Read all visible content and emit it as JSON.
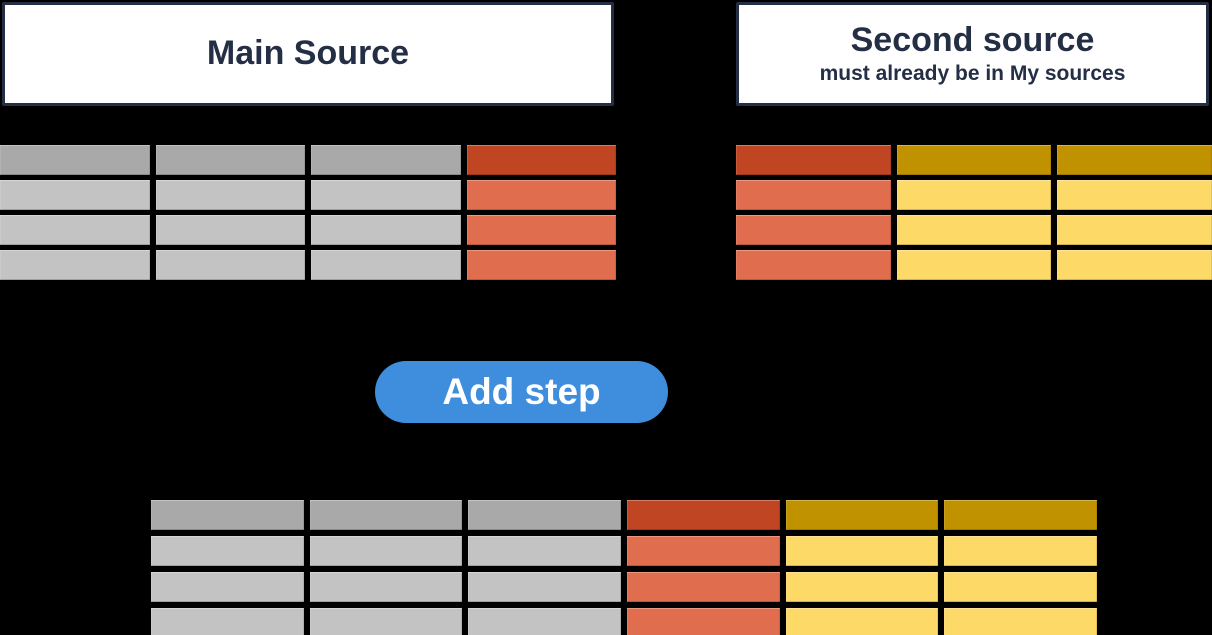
{
  "colors": {
    "background": "#000000",
    "navy": "#242e45",
    "box_bg": "#ffffff",
    "button_blue": "#3e8edd",
    "button_text": "#ffffff",
    "cell": {
      "gray_header": "#a9a9a9",
      "gray_row": "#c3c3c3",
      "red_header": "#c04522",
      "red_row": "#e06d4d",
      "yellow_header": "#c09200",
      "yellow_row": "#fdd968"
    }
  },
  "main_source": {
    "title": "Main Source"
  },
  "second_source": {
    "title": "Second source",
    "subtitle": "must already be in My sources"
  },
  "add_step": {
    "label": "Add step"
  },
  "tables": {
    "main": {
      "rows": 4,
      "columns": [
        "gray",
        "gray",
        "gray",
        "red"
      ]
    },
    "second": {
      "rows": 4,
      "columns": [
        "red",
        "yellow",
        "yellow"
      ]
    },
    "result": {
      "rows": 4,
      "columns": [
        "gray",
        "gray",
        "gray",
        "red",
        "yellow",
        "yellow"
      ]
    }
  }
}
